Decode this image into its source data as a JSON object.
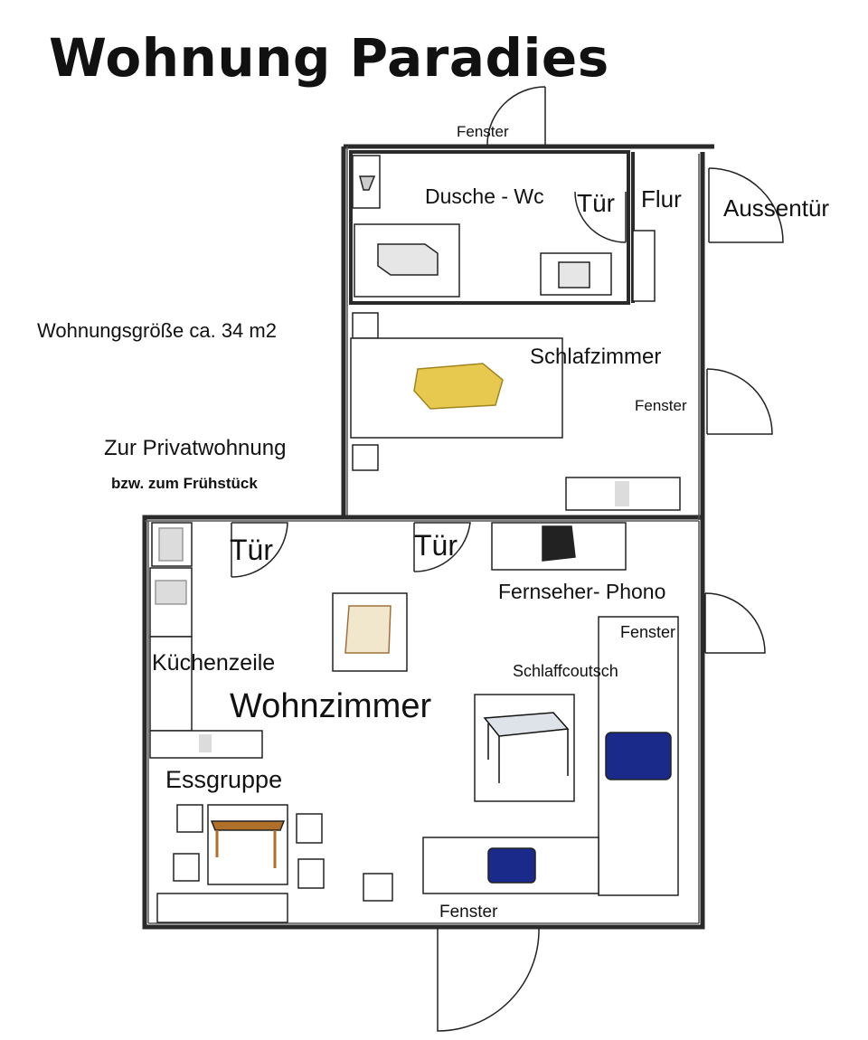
{
  "title": "Wohnung Paradies",
  "info": {
    "size": "Wohnungsgröße ca. 34 m2",
    "private_line1": "Zur Privatwohnung",
    "private_line2": "bzw. zum Frühstück"
  },
  "rooms": {
    "shower": "Dusche - Wc",
    "hall": "Flur",
    "bedroom": "Schlafzimmer",
    "living": "Wohnzimmer",
    "kitchen": "Küchenzeile",
    "dining": "Essgruppe"
  },
  "features": {
    "tv": "Fernseher- Phono",
    "sofabed": "Schlaffcoutsch"
  },
  "openings": {
    "window": "Fenster",
    "door": "Tür",
    "entrance": "Aussentür"
  },
  "colors": {
    "wall": "#2a2a2a",
    "bed": "#e8c94f",
    "sofa": "#1a2a8a",
    "table": "#b0702a",
    "fixture": "#dcdcdc"
  }
}
